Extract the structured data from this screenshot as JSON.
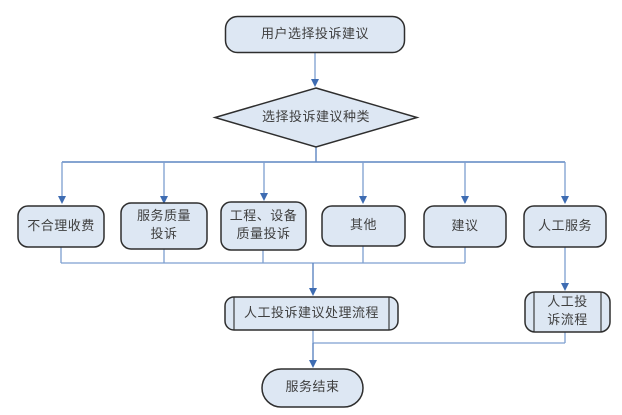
{
  "diagram": {
    "type": "flowchart",
    "background": "#ffffff",
    "colors": {
      "node_fill": "#dde7f3",
      "node_border": "#2e2e2e",
      "text": "#3f3f3f",
      "connector": "#7d9fd0",
      "arrowhead": "#3e6cb2"
    },
    "nodes": {
      "start": {
        "label": "用户选择投诉建议",
        "shape": "terminator"
      },
      "decision": {
        "label": "选择投诉建议种类",
        "shape": "decision"
      },
      "unreasonable_fees": {
        "label": "不合理收费",
        "shape": "process"
      },
      "service_quality": {
        "label": "服务质量\n投诉",
        "shape": "process"
      },
      "engineering_quality": {
        "label": "工程、设备\n质量投诉",
        "shape": "process"
      },
      "other": {
        "label": "其他",
        "shape": "process"
      },
      "suggestion": {
        "label": "建议",
        "shape": "process"
      },
      "manual_service": {
        "label": "人工服务",
        "shape": "process"
      },
      "complaint_handling": {
        "label": "人工投诉建议处理流程",
        "shape": "predefined-process"
      },
      "manual_complaint": {
        "label": "人工投\n诉流程",
        "shape": "predefined-process"
      },
      "end": {
        "label": "服务结束",
        "shape": "terminator"
      }
    },
    "edges": [
      {
        "from": "start",
        "to": "decision"
      },
      {
        "from": "decision",
        "to": "unreasonable_fees"
      },
      {
        "from": "decision",
        "to": "service_quality"
      },
      {
        "from": "decision",
        "to": "engineering_quality"
      },
      {
        "from": "decision",
        "to": "other"
      },
      {
        "from": "decision",
        "to": "suggestion"
      },
      {
        "from": "decision",
        "to": "manual_service"
      },
      {
        "from": "unreasonable_fees",
        "to": "complaint_handling"
      },
      {
        "from": "service_quality",
        "to": "complaint_handling"
      },
      {
        "from": "engineering_quality",
        "to": "complaint_handling"
      },
      {
        "from": "other",
        "to": "complaint_handling"
      },
      {
        "from": "suggestion",
        "to": "complaint_handling"
      },
      {
        "from": "manual_service",
        "to": "manual_complaint"
      },
      {
        "from": "complaint_handling",
        "to": "end"
      },
      {
        "from": "manual_complaint",
        "to": "end"
      }
    ]
  }
}
